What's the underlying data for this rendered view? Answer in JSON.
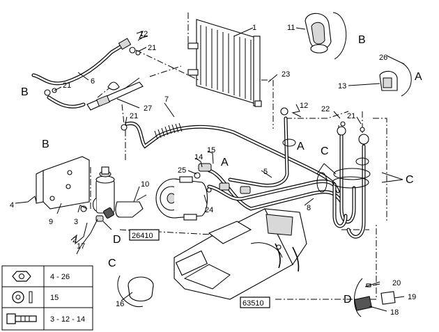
{
  "callouts": {
    "c1": "1",
    "c2": "2",
    "c3": "3",
    "c4": "4",
    "c5": "5",
    "c6": "6",
    "c7": "7",
    "c8": "8",
    "c9": "9",
    "c10": "10",
    "c11": "11",
    "c12a": "12",
    "c12b": "12",
    "c13": "13",
    "c14": "14",
    "c15": "15",
    "c16": "16",
    "c17": "17",
    "c18": "18",
    "c19": "19",
    "c20": "20",
    "c21a": "21",
    "c21b": "21",
    "c21c": "21",
    "c21d": "21",
    "c22": "22",
    "c23": "23",
    "c24": "24",
    "c25": "25",
    "c26": "26",
    "c27": "27"
  },
  "view_letters": {
    "A_top_right": "A",
    "B_top_right": "B",
    "B_left_top": "B",
    "B_bracket": "B",
    "A_center": "A",
    "A_upper": "A",
    "C_right": "C",
    "C_mid": "C",
    "C_detail": "C",
    "D_left": "D",
    "D_detail": "D"
  },
  "reference_boxes": {
    "compressor": "26410",
    "heater_unit": "63510"
  },
  "legend": {
    "rows": [
      {
        "icon": "nut-icon",
        "text": "4 - 26"
      },
      {
        "icon": "washer-icon",
        "text": "15"
      },
      {
        "icon": "bolt-icon",
        "text": "3 - 12 - 14"
      }
    ]
  }
}
